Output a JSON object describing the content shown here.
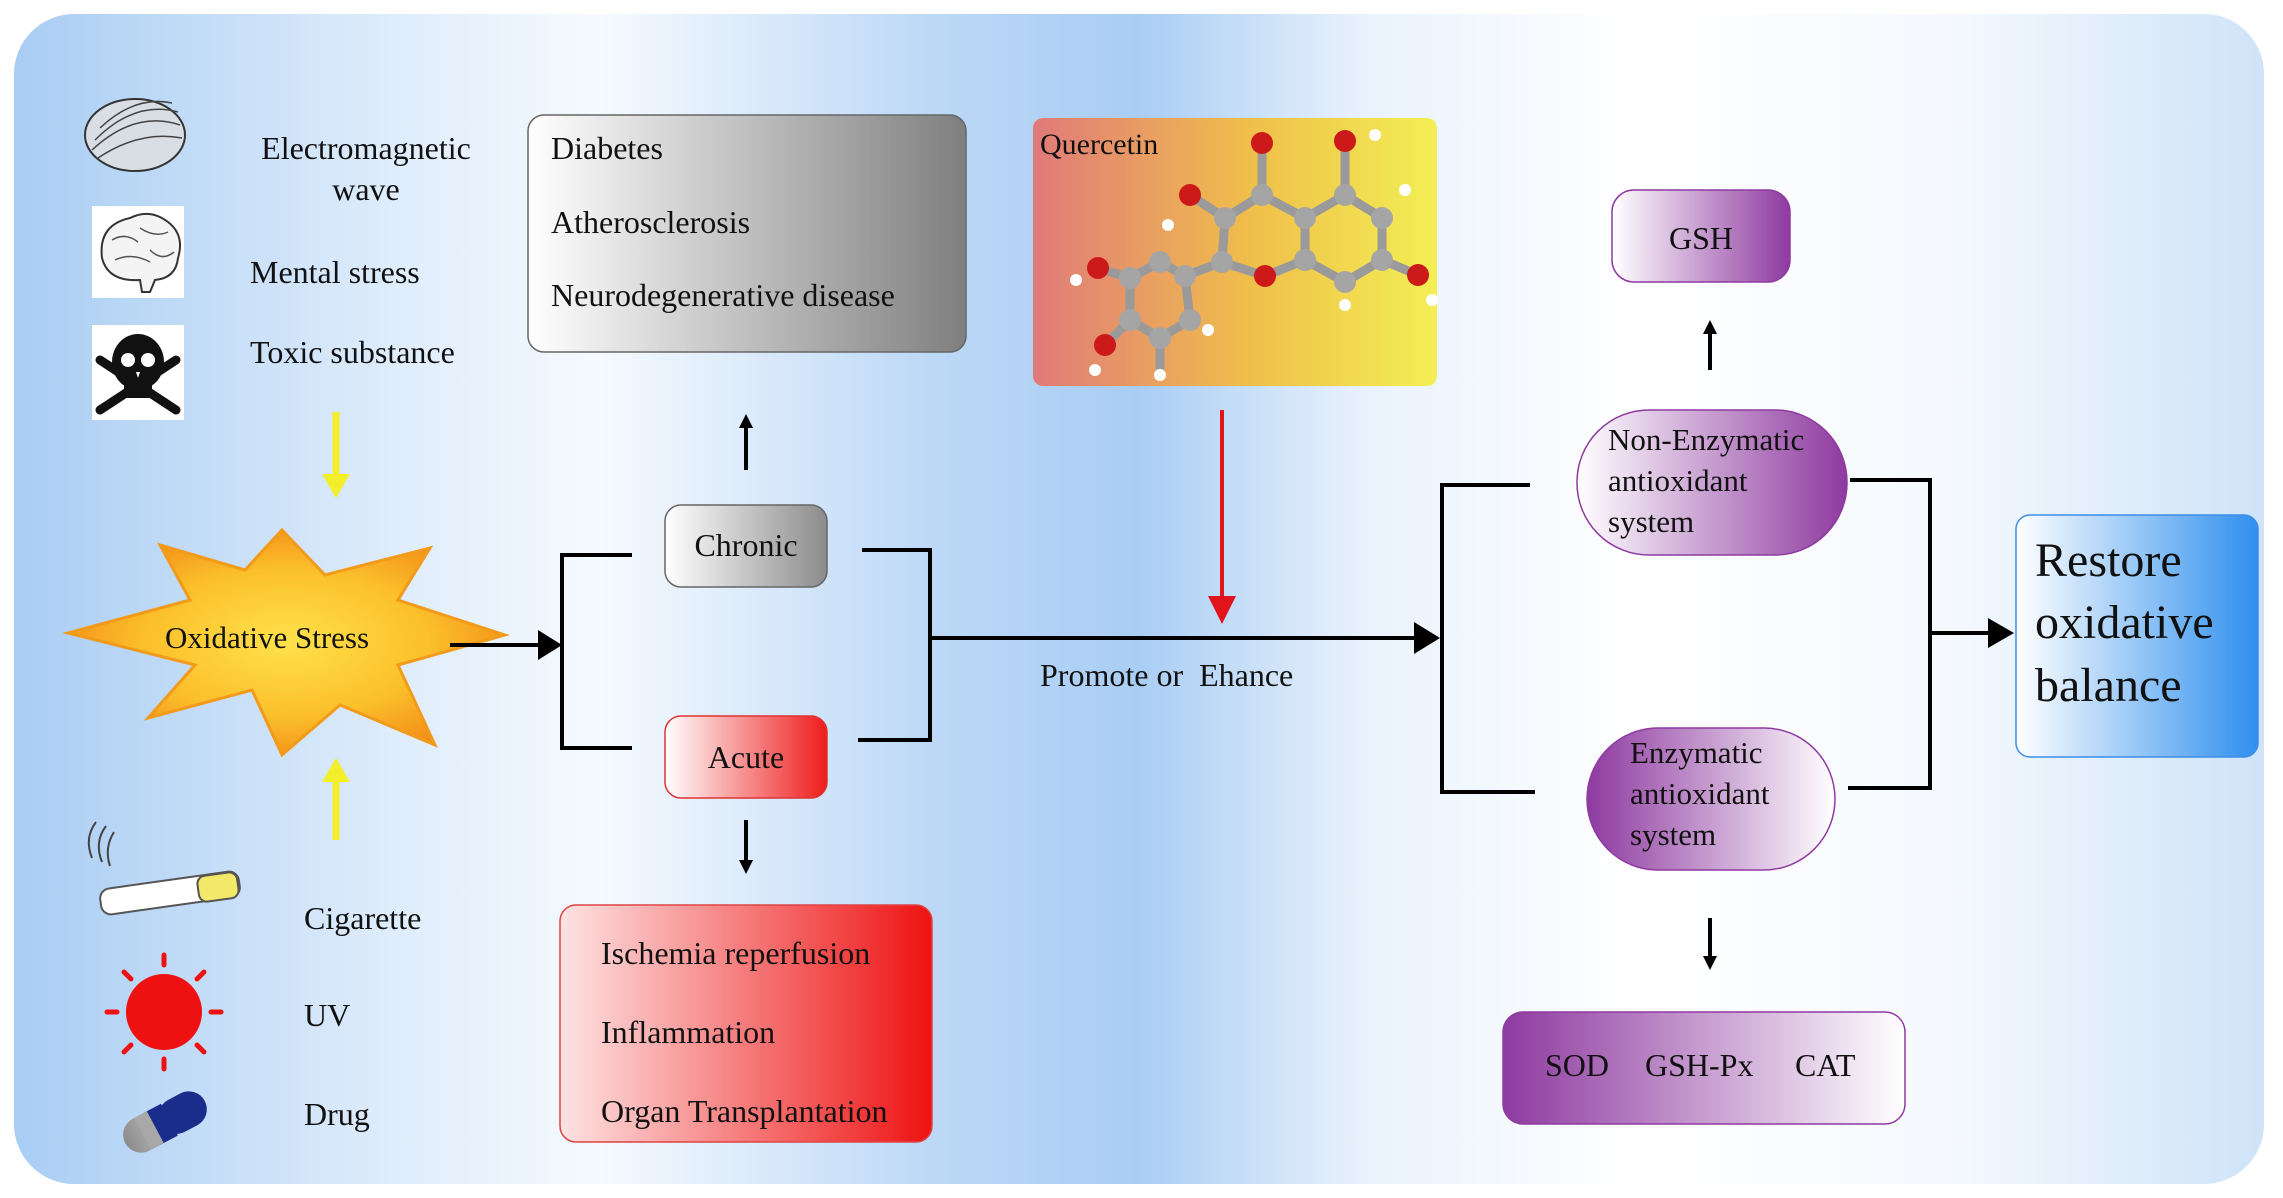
{
  "causes_top": [
    "Electromagnetic\nwave",
    "Mental stress",
    "Toxic substance"
  ],
  "causes_bottom": [
    "Cigarette",
    "UV",
    "Drug"
  ],
  "central": "Oxidative Stress",
  "chronic": {
    "label": "Chronic",
    "diseases": [
      "Diabetes",
      "Atherosclerosis",
      "Neurodegenerative disease"
    ]
  },
  "acute": {
    "label": "Acute",
    "diseases": [
      "Ischemia reperfusion",
      "Inflammation",
      "Organ Transplantation"
    ]
  },
  "quercetin": "Quercetin",
  "action": "Promote or  Ehance",
  "non_enzymatic": {
    "label": "Non-Enzymatic\nantioxidant\nsystem",
    "product": "GSH"
  },
  "enzymatic": {
    "label": "Enzymatic\nantioxidant\nsystem",
    "products": [
      "SOD",
      "GSH-Px",
      "CAT"
    ]
  },
  "outcome": "Restore\noxidative\nbalance",
  "colors": {
    "star_outer": "#f5a623",
    "star_inner": "#ffe24a",
    "input_arrow": "#f2ee2a",
    "quercetin_arrow": "#e0141a",
    "acute_box": "#ee1c1c",
    "purple": "#8e3aa0",
    "blue_box": "#3a98ee"
  },
  "icons": [
    "hair-sketch-icon",
    "brain-icon",
    "skull-crossbones-icon",
    "cigarette-icon",
    "sun-uv-icon",
    "pill-capsule-icon",
    "quercetin-molecule-icon"
  ]
}
